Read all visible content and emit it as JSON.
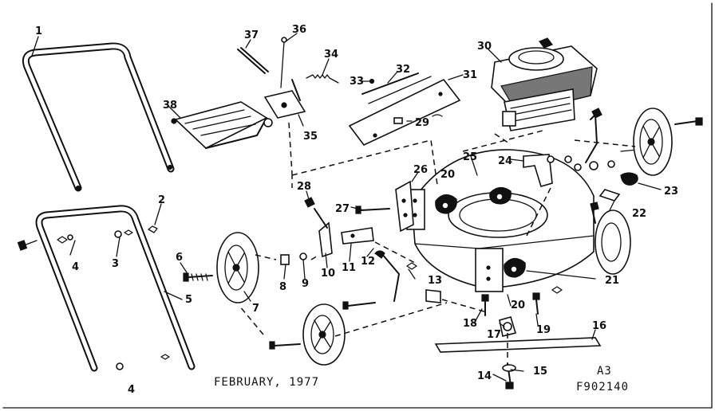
{
  "footer": {
    "date": "FEBRUARY, 1977",
    "sheet": "A3",
    "part_code": "F902140"
  },
  "callouts": [
    "1",
    "2",
    "3",
    "4",
    "5",
    "6",
    "7",
    "8",
    "9",
    "10",
    "11",
    "12",
    "13",
    "14",
    "15",
    "16",
    "17",
    "18",
    "19",
    "20",
    "21",
    "22",
    "23",
    "24",
    "25",
    "26",
    "27",
    "28",
    "29",
    "30",
    "31",
    "32",
    "33",
    "34",
    "35",
    "36",
    "37",
    "38"
  ],
  "callout_4_second": "4",
  "callout_20_second": "20"
}
